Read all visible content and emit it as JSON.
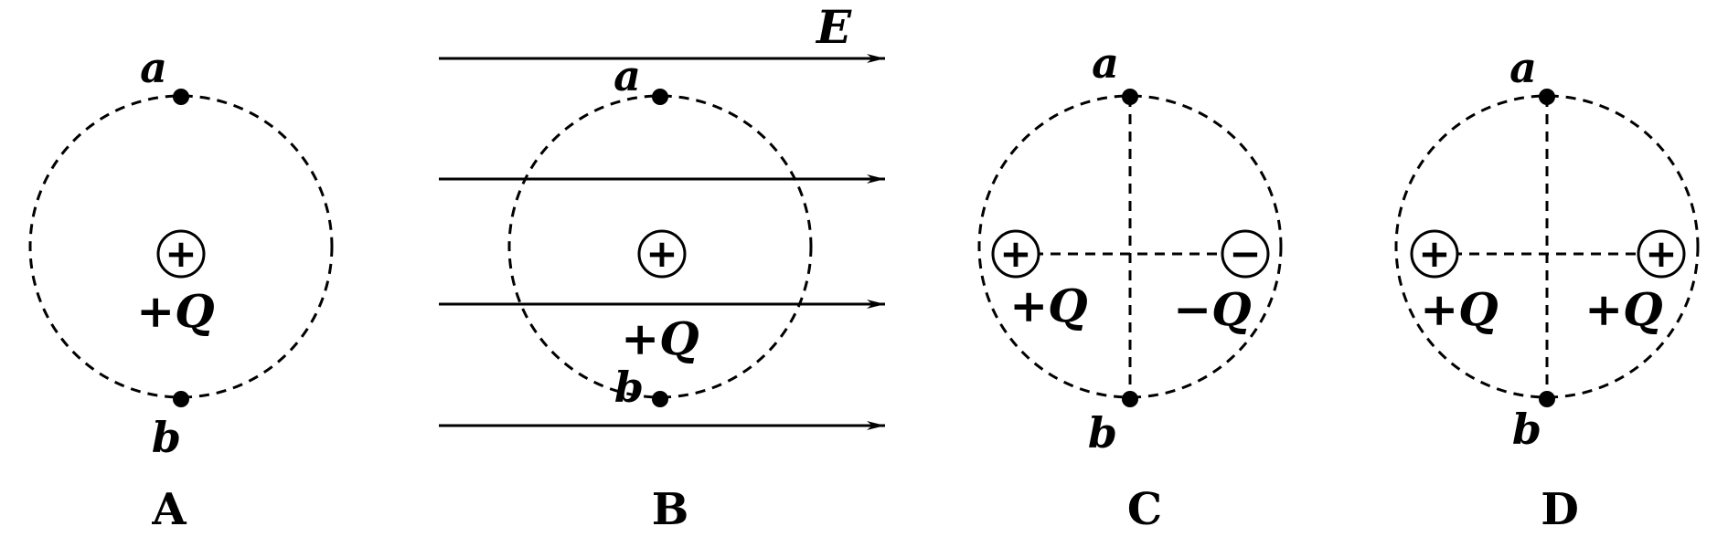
{
  "panels": [
    {
      "label": "A",
      "point_top": "a",
      "point_bottom": "b",
      "charges": [
        {
          "symbol": "+",
          "label": "+Q"
        }
      ]
    },
    {
      "label": "B",
      "point_top": "a",
      "point_bottom": "b",
      "field_label": "E",
      "charges": [
        {
          "symbol": "+",
          "label": "+Q"
        }
      ]
    },
    {
      "label": "C",
      "point_top": "a",
      "point_bottom": "b",
      "charges": [
        {
          "symbol": "+",
          "label": "+Q"
        },
        {
          "symbol": "−",
          "label": "−Q"
        }
      ]
    },
    {
      "label": "D",
      "point_top": "a",
      "point_bottom": "b",
      "charges": [
        {
          "symbol": "+",
          "label": "+Q"
        },
        {
          "symbol": "+",
          "label": "+Q"
        }
      ]
    }
  ],
  "colors": {
    "ink": "#000000",
    "background": "#ffffff"
  }
}
